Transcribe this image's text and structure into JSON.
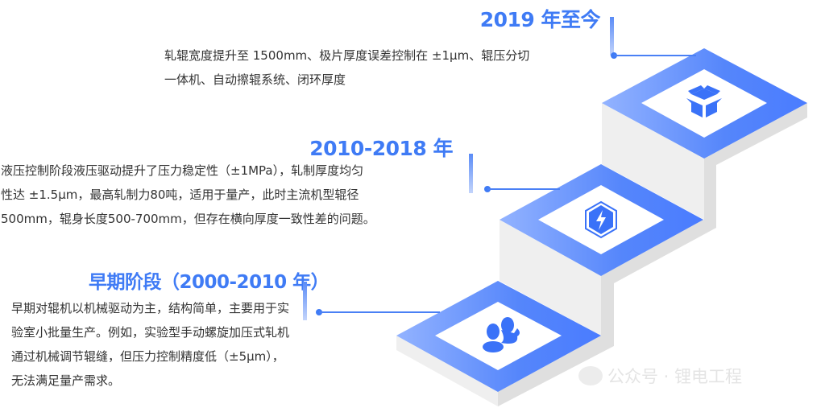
{
  "stages": [
    {
      "title": "2019 年至今",
      "lines": [
        "轧辊宽度提升至 1500mm、极片厚度误差控制在 ±1μm、辊压分切",
        "一体机、自动擦辊系统、闭环厚度"
      ],
      "icon": "open-box-icon"
    },
    {
      "title": "2010-2018 年",
      "lines": [
        "液压控制阶段液压驱动提升了压力稳定性（±1MPa），轧制厚度均匀",
        "性达 ±1.5μm，最高轧制力80吨，适用于量产，此时主流机型辊径",
        "500mm，辊身长度500-700mm，但存在横向厚度一致性差的问题。"
      ],
      "icon": "lightning-hexagon-icon"
    },
    {
      "title": "早期阶段（2000-2010 年）",
      "lines": [
        "早期对辊机以机械驱动为主，结构简单，主要用于实",
        "验室小批量生产。例如，实验型手动螺旋加压式轧机",
        "通过机械调节辊缝，但压力控制精度低（±5μm），",
        "无法满足量产需求。"
      ],
      "icon": "users-icon"
    }
  ],
  "watermark": "公众号 · 锂电工程",
  "colors": {
    "accent": "#3f7bf5",
    "step_light": "#8fb0ff",
    "step_dark": "#4a7cff",
    "face": "#eeeeee",
    "side": "#dedede"
  }
}
